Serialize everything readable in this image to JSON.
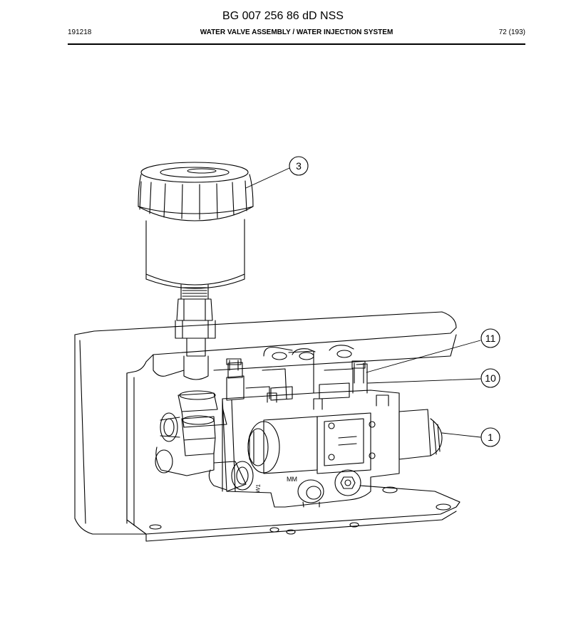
{
  "header": {
    "doc_number": "BG 007 256 86 dD NSS",
    "date_code": "191218",
    "section_title": "WATER VALVE ASSEMBLY / WATER INJECTION SYSTEM",
    "page_info": "72 (193)"
  },
  "figure": {
    "callouts": [
      {
        "id": "3",
        "label": "3"
      },
      {
        "id": "11",
        "label": "11"
      },
      {
        "id": "10",
        "label": "10"
      },
      {
        "id": "1",
        "label": "1"
      }
    ],
    "valve_marking_1": "MM",
    "valve_marking_2": "W1"
  }
}
